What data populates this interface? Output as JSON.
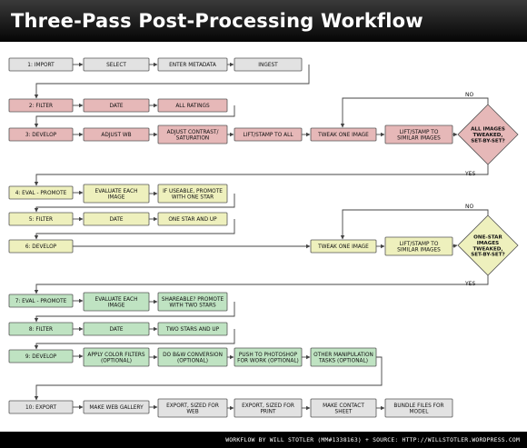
{
  "title": "Three-Pass Post-Processing Workflow",
  "footer": "WORKFLOW BY WILL STOTLER (MM#1338163)  +  SOURCE: HTTP://WILLSTOTLER.WORDPRESS.COM",
  "colors": {
    "gray": "#e2e2e2",
    "red": "#e6b8b8",
    "yellow": "#eef0bd",
    "green": "#bfe3c2",
    "stroke": "#555555"
  },
  "boxes": {
    "import": "1: IMPORT",
    "select": "SELECT",
    "enter_metadata": "ENTER METADATA",
    "ingest": "INGEST",
    "filter1": "2: FILTER",
    "date1": "DATE",
    "all_ratings": "ALL RATINGS",
    "develop1": "3: DEVELOP",
    "adjust_wb": "ADJUST WB",
    "adjust_contrast": [
      "ADJUST CONTRAST/",
      "SATURATION"
    ],
    "lift_stamp_all": "LIFT/STAMP TO ALL",
    "tweak1": "TWEAK ONE IMAGE",
    "lift_similar1": [
      "LIFT/STAMP TO",
      "SIMILAR IMAGES"
    ],
    "eval1": "4: EVAL - PROMOTE",
    "evaluate1": [
      "EVALUATE EACH",
      "IMAGE"
    ],
    "useable": [
      "IF USEABLE, PROMOTE",
      "WITH ONE STAR"
    ],
    "filter2": "5: FILTER",
    "date2": "DATE",
    "one_star": "ONE STAR AND UP",
    "develop2": "6: DEVELOP",
    "tweak2": "TWEAK ONE IMAGE",
    "lift_similar2": [
      "LIFT/STAMP TO",
      "SIMILAR IMAGES"
    ],
    "eval2": "7: EVAL - PROMOTE",
    "evaluate2": [
      "EVALUATE EACH",
      "IMAGE"
    ],
    "shareable": [
      "SHAREABLE? PROMOTE",
      "WITH TWO STARS"
    ],
    "filter3": "8: FILTER",
    "date3": "DATE",
    "two_stars": "TWO STARS AND UP",
    "develop3": "9: DEVELOP",
    "color_filters": [
      "APPLY COLOR FILTERS",
      "(OPTIONAL)"
    ],
    "bw_conversion": [
      "DO B&W CONVERSION",
      "(OPTIONAL)"
    ],
    "push_photoshop": [
      "PUSH TO PHOTOSHOP",
      "FOR WORK (OPTIONAL)"
    ],
    "other_manip": [
      "OTHER MANIPULATION",
      "TASKS (OPTIONAL)"
    ],
    "export": "10: EXPORT",
    "web_gallery": "MAKE WEB GALLERY",
    "export_web": [
      "EXPORT, SIZED FOR",
      "WEB"
    ],
    "export_print": [
      "EXPORT, SIZED FOR",
      "PRINT"
    ],
    "contact_sheet": [
      "MAKE CONTACT",
      "SHEET"
    ],
    "bundle": [
      "BUNDLE FILES FOR",
      "MODEL"
    ]
  },
  "decisions": {
    "all_images": [
      "ALL IMAGES",
      "TWEAKED,",
      "SET-BY-SET?"
    ],
    "one_star_images": [
      "ONE-STAR",
      "IMAGES",
      "TWEAKED,",
      "SET-BY-SET?"
    ]
  },
  "labels": {
    "no1": "NO",
    "yes1": "YES",
    "no2": "NO",
    "yes2": "YES"
  }
}
